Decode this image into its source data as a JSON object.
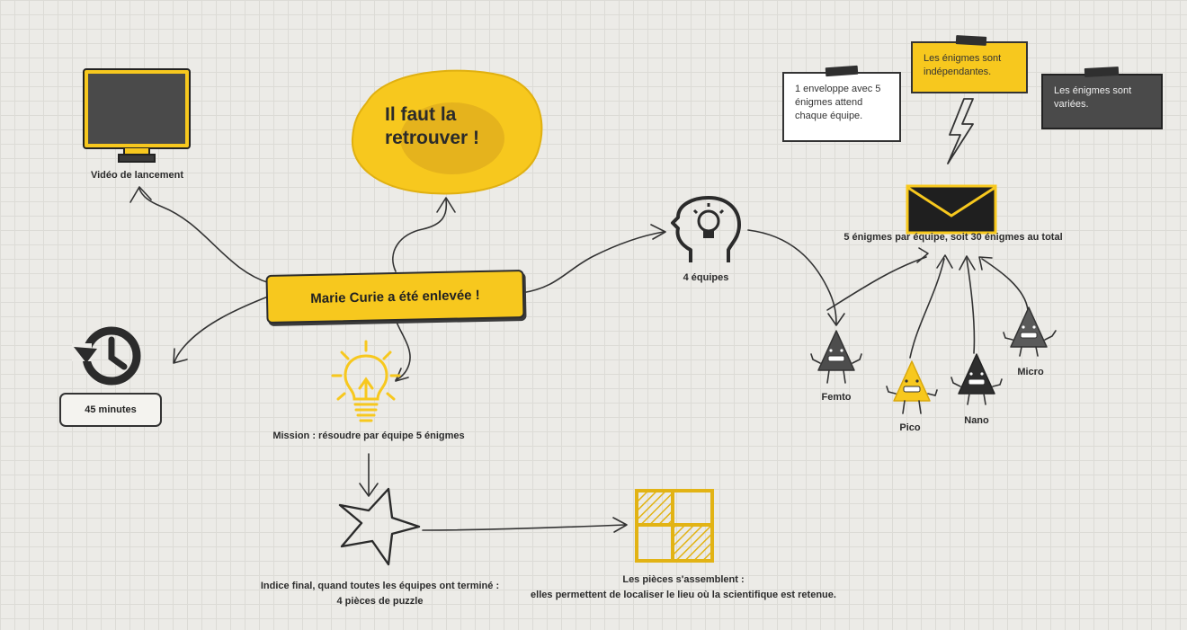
{
  "central": {
    "title": "Marie Curie a été enlevée !"
  },
  "blob": {
    "text_line1": "Il faut la",
    "text_line2": "retrouver !"
  },
  "video": {
    "label": "Vidéo de lancement",
    "icon": "monitor-icon"
  },
  "timer": {
    "label": "45 minutes",
    "icon": "history-clock-icon"
  },
  "mission": {
    "label": "Mission : résoudre par équipe 5 énigmes",
    "icon": "lightbulb-icon"
  },
  "final_clue": {
    "line1": "Indice final, quand toutes les équipes ont terminé :",
    "line2": "4 pièces de puzzle",
    "icon": "star-icon"
  },
  "pieces": {
    "line1": "Les pièces s'assemblent :",
    "line2": "elles permettent de localiser le lieu où la scientifique est retenue.",
    "icon": "puzzle-grid-icon"
  },
  "teams": {
    "label": "4 équipes",
    "icon": "head-lightbulb-icon"
  },
  "envelope": {
    "label": "5 énigmes par équipe, soit 30 énigmes au total",
    "icon": "envelope-icon"
  },
  "notes": [
    {
      "text": "1 enveloppe avec 5 énigmes attend chaque équipe.",
      "color": "#ffffff"
    },
    {
      "text": "Les énigmes sont indépendantes.",
      "color": "#f7c81e"
    },
    {
      "text": "Les énigmes sont variées.",
      "color": "#4a4a4a"
    }
  ],
  "characters": [
    {
      "name": "Femto",
      "color": "#4d4d4d"
    },
    {
      "name": "Pico",
      "color": "#f7c81e"
    },
    {
      "name": "Nano",
      "color": "#2e2e2e"
    },
    {
      "name": "Micro",
      "color": "#5a5a5a"
    }
  ],
  "colors": {
    "accent": "#f7c81e",
    "ink": "#2b2b2b",
    "background": "#ecebe7"
  }
}
